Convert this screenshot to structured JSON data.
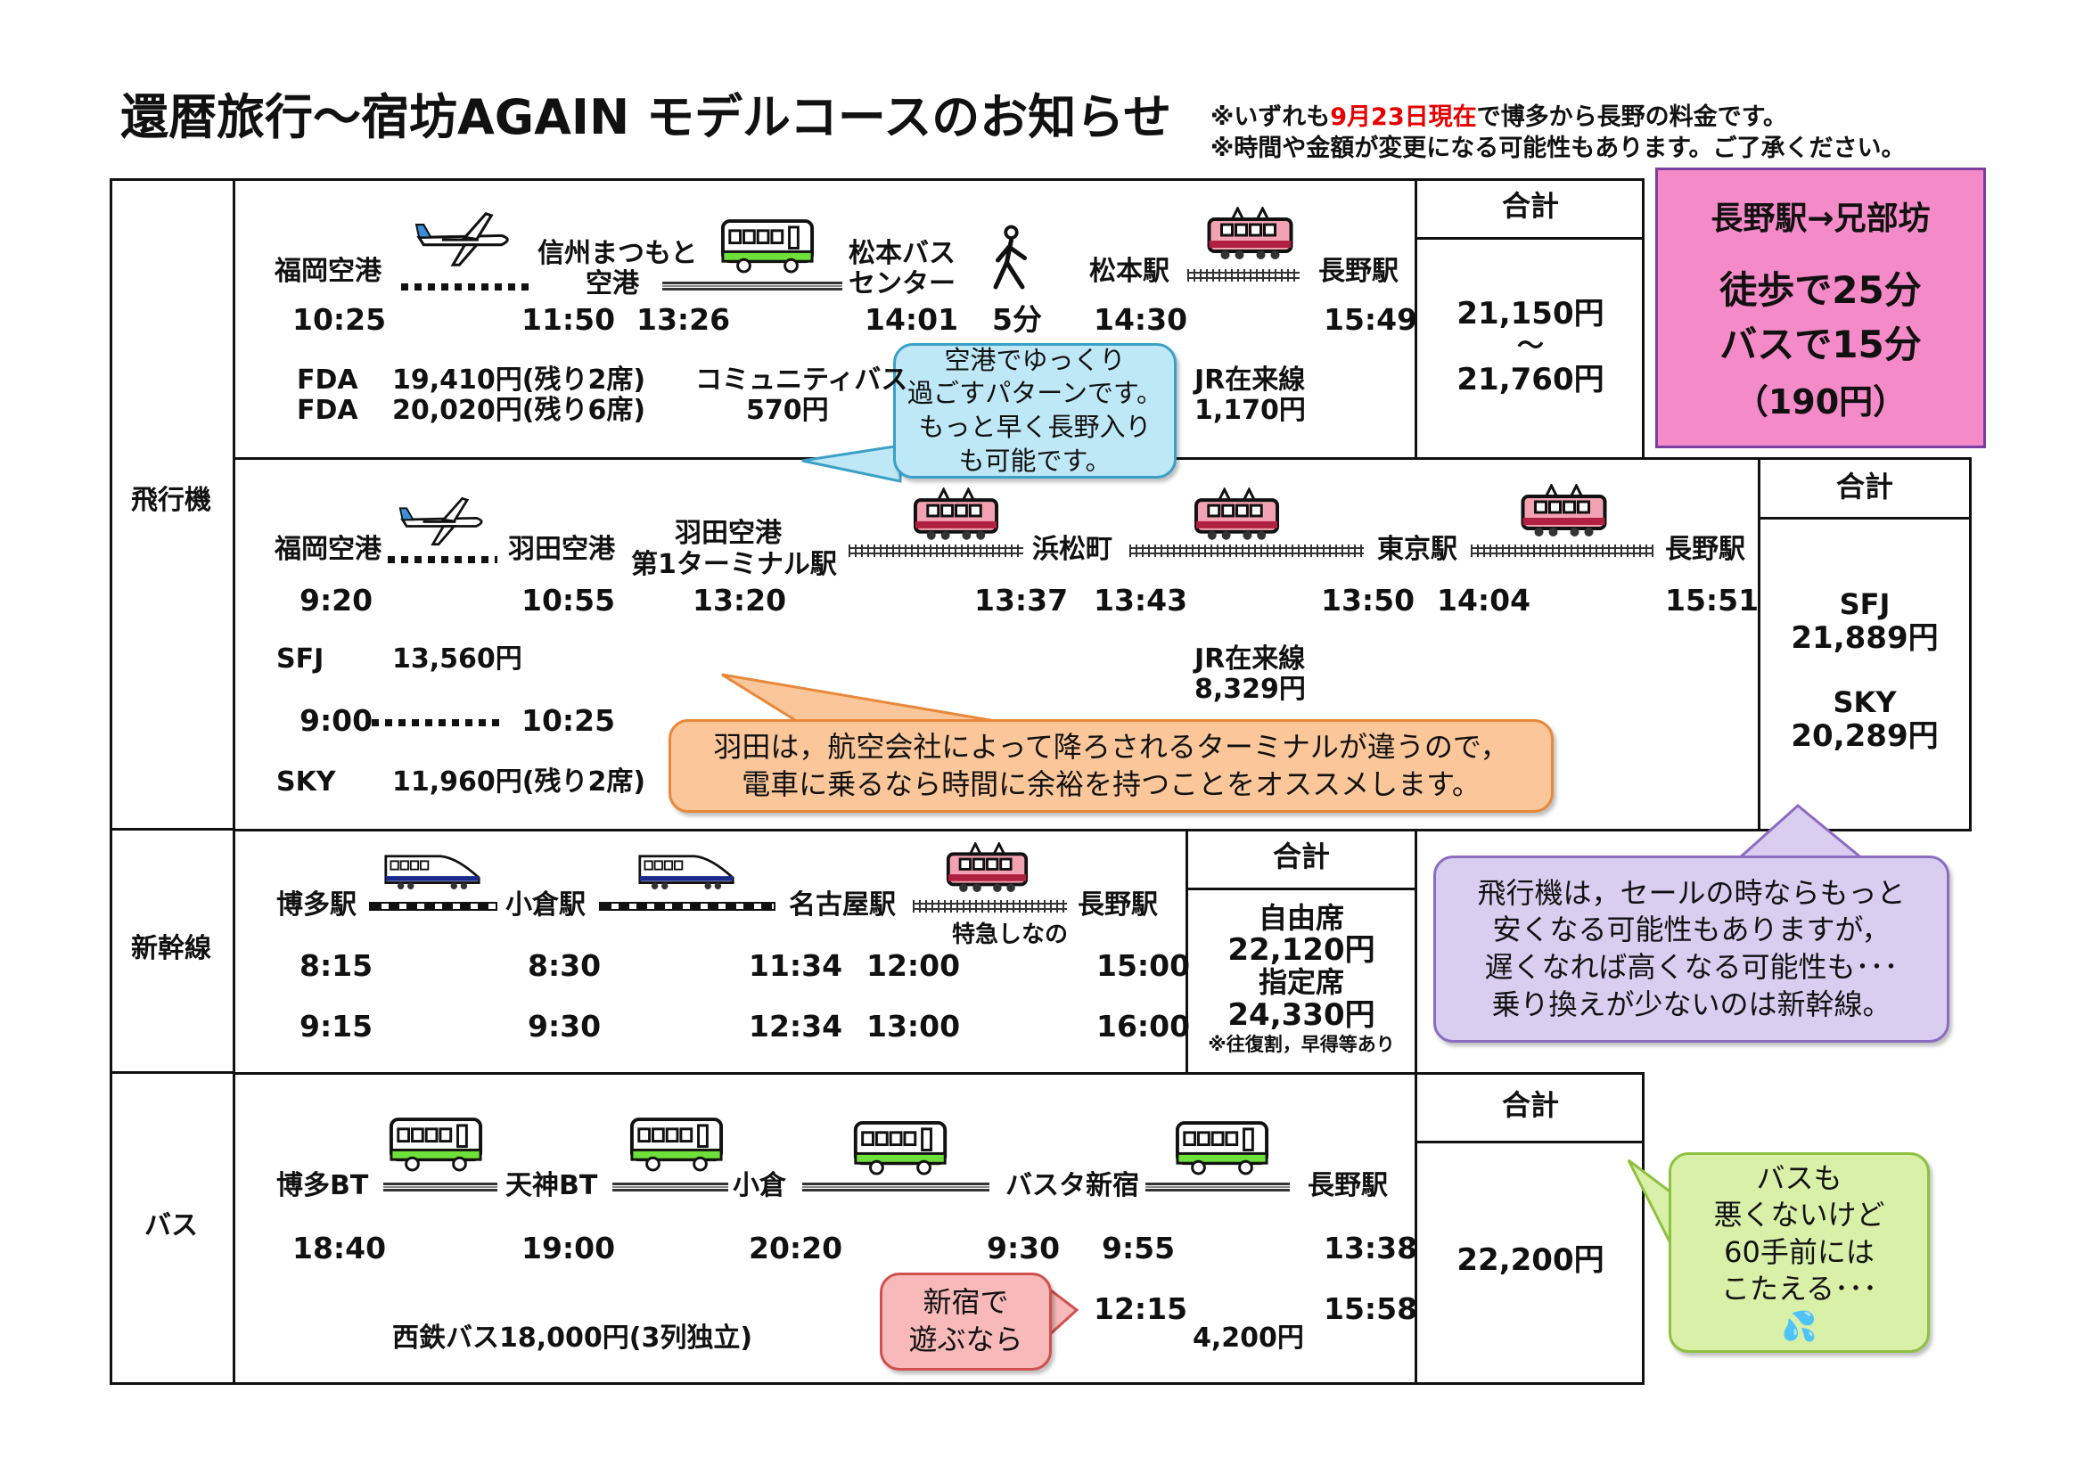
{
  "title": "還暦旅行～宿坊AGAIN モデルコースのお知らせ",
  "notes": {
    "line1_prefix": "※いずれも",
    "line1_date": "9月23日現在",
    "line1_suffix": "で博多から長野の料金です。",
    "line2": "※時間や金額が変更になる可能性もあります。ご了承ください。"
  },
  "colors": {
    "date_red": "#e60000",
    "pink": "#f58ac8",
    "blue_callout": "#bfe8f7",
    "orange_callout": "#fbc79a",
    "purple_callout": "#d9cdf0",
    "green_callout": "#d8f0a8",
    "red_callout": "#f7b9b9"
  },
  "labels": {
    "plane": "飛行機",
    "shinkansen": "新幹線",
    "bus": "バス",
    "total": "合計"
  },
  "plane_a": {
    "stations": [
      "福岡空港",
      "信州まつもと",
      "空港",
      "松本バス",
      "センター",
      "松本駅",
      "長野駅"
    ],
    "times": [
      "10:25",
      "11:50",
      "13:26",
      "14:01",
      "5分",
      "14:30",
      "15:49"
    ],
    "fare_rows": [
      {
        "carrier": "FDA",
        "price": "19,410円(残り2席)"
      },
      {
        "carrier": "FDA",
        "price": "20,020円(残り6席)"
      }
    ],
    "community_bus": "コミュニティバス",
    "community_bus_price": "570円",
    "jr": "JR在来線",
    "jr_price": "1,170円",
    "total_low": "21,150円",
    "total_sep": "～",
    "total_high": "21,760円",
    "callout": [
      "空港でゆっくり",
      "過ごすパターンです。",
      "もっと早く長野入り",
      "も可能です。"
    ]
  },
  "plane_b": {
    "stations": [
      "福岡空港",
      "羽田空港",
      "羽田空港",
      "第1ターミナル駅",
      "浜松町",
      "東京駅",
      "長野駅"
    ],
    "times": [
      "9:20",
      "10:55",
      "13:20",
      "13:37",
      "13:43",
      "13:50",
      "14:04",
      "15:51"
    ],
    "sfj": "SFJ",
    "sfj_price": "13,560円",
    "sky_dep": "9:00",
    "sky_arr": "10:25",
    "sky": "SKY",
    "sky_price": "11,960円(残り2席)",
    "jr": "JR在来線",
    "jr_price": "8,329円",
    "total_sfj": "SFJ",
    "total_sfj_price": "21,889円",
    "total_sky": "SKY",
    "total_sky_price": "20,289円",
    "callout": [
      "羽田は，航空会社によって降ろされるターミナルが違うので，",
      "電車に乗るなら時間に余裕を持つことをオススメします。"
    ]
  },
  "shinkansen": {
    "stations": [
      "博多駅",
      "小倉駅",
      "名古屋駅",
      "長野駅"
    ],
    "limited_express": "特急しなの",
    "times_1": [
      "8:15",
      "8:30",
      "11:34",
      "12:00",
      "15:00"
    ],
    "times_2": [
      "9:15",
      "9:30",
      "12:34",
      "13:00",
      "16:00"
    ],
    "free_seat": "自由席",
    "free_price": "22,120円",
    "reserved_seat": "指定席",
    "reserved_price": "24,330円",
    "discount_note": "※往復割，早得等あり",
    "callout": [
      "飛行機は，セールの時ならもっと",
      "安くなる可能性もありますが，",
      "遅くなれば高くなる可能性も･･･",
      "乗り換えが少ないのは新幹線。"
    ]
  },
  "bus": {
    "stations": [
      "博多BT",
      "天神BT",
      "小倉",
      "バスタ新宿",
      "長野駅"
    ],
    "times": [
      "18:40",
      "19:00",
      "20:20",
      "9:30",
      "9:55",
      "13:38"
    ],
    "alt_times": [
      "12:15",
      "15:58"
    ],
    "nishitetsu": "西鉄バス18,000円(3列独立)",
    "alt_price": "4,200円",
    "total": "22,200円",
    "shinjuku_callout": [
      "新宿で",
      "遊ぶなら"
    ],
    "callout": [
      "バスも",
      "悪くないけど",
      "60手前には",
      "こたえる･･･"
    ]
  },
  "scroll": [
    "長野駅→兄部坊",
    "徒歩で25分",
    "バスで15分",
    "（190円）"
  ]
}
